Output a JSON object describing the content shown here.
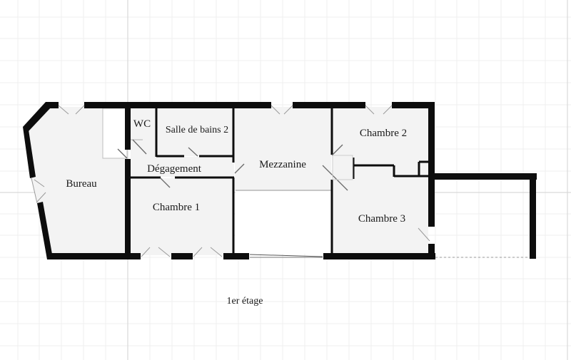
{
  "plan": {
    "floor_label": "1er étage",
    "colors": {
      "background": "#ffffff",
      "grid_minor": "#eeeeee",
      "grid_major": "#dcdcdc",
      "room_fill": "#f3f3f3",
      "wall": "#0d0d0d",
      "door_line": "#9a9a9a"
    },
    "rooms": [
      {
        "id": "bureau",
        "label": "Bureau"
      },
      {
        "id": "wc",
        "label": "WC"
      },
      {
        "id": "salle-de-bains-2",
        "label": "Salle de bains 2"
      },
      {
        "id": "degagement",
        "label": "Dégagement"
      },
      {
        "id": "chambre-1",
        "label": "Chambre 1"
      },
      {
        "id": "mezzanine",
        "label": "Mezzanine"
      },
      {
        "id": "chambre-2",
        "label": "Chambre 2"
      },
      {
        "id": "chambre-3",
        "label": "Chambre 3"
      }
    ]
  }
}
